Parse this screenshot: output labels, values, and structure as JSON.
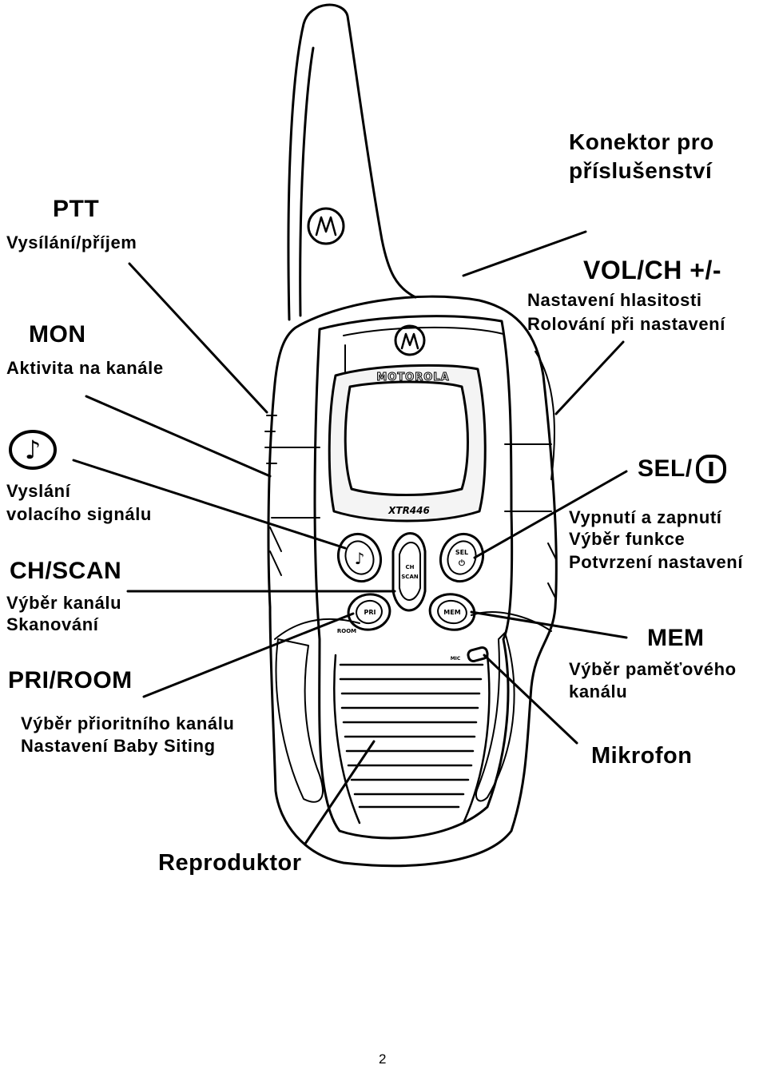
{
  "labels": {
    "ptt": {
      "title": "PTT",
      "desc": [
        "Vysílání/příjem"
      ]
    },
    "mon": {
      "title": "MON",
      "desc": [
        "Aktivita na kanále"
      ]
    },
    "call": {
      "icon": "music-note-icon",
      "desc": [
        "Vyslání",
        "volacího signálu"
      ]
    },
    "chscan": {
      "title": "CH/SCAN",
      "desc": [
        "Výběr kanálu",
        "Skanování"
      ]
    },
    "priroom": {
      "title": "PRI/ROOM",
      "desc": [
        "Výběr přioritního kanálu",
        "Nastavení Baby Siting"
      ]
    },
    "accessory": {
      "title": [
        "Konektor pro",
        "příslušenství"
      ]
    },
    "volch": {
      "title": "VOL/CH +/-",
      "desc": [
        "Nastavení hlasitosti",
        "Rolování při nastavení"
      ]
    },
    "sel": {
      "title": "SEL/",
      "icon": "power-icon",
      "desc": [
        "Vypnutí a zapnutí",
        "Výběr funkce",
        "Potvrzení nastavení"
      ]
    },
    "mem": {
      "title": "MEM",
      "desc": [
        "Výběr paměťového",
        "kanálu"
      ]
    },
    "mic": {
      "title": "Mikrofon"
    },
    "speaker": {
      "title": "Reproduktor"
    }
  },
  "device": {
    "brand": "MOTOROLA",
    "model": "XTR446",
    "buttons": {
      "sel": [
        "SEL",
        "⏻"
      ],
      "ch": [
        "CH",
        "SCAN"
      ],
      "pri": "PRI",
      "room": "ROOM",
      "mem": "MEM",
      "mic": "MIC"
    }
  },
  "page_number": "2"
}
